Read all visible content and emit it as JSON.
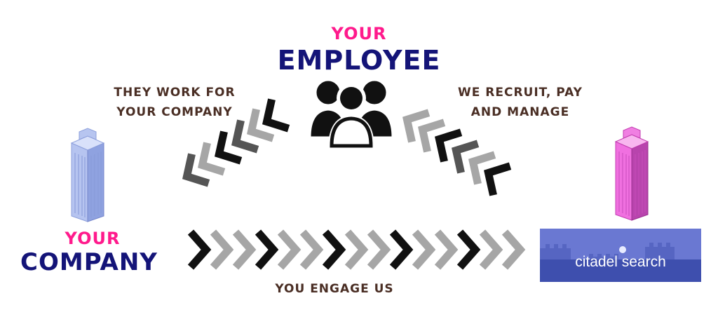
{
  "employee": {
    "your": "YOUR",
    "title": "EMPLOYEE"
  },
  "left_caption": {
    "line1": "THEY WORK FOR",
    "line2": "YOUR COMPANY"
  },
  "right_caption": {
    "line1": "WE RECRUIT, PAY",
    "line2": "AND MANAGE"
  },
  "company": {
    "your": "YOUR",
    "title": "COMPANY"
  },
  "bottom_caption": "YOU ENGAGE US",
  "brand": {
    "name": "citadel search"
  },
  "icons": [
    "building-icon",
    "people-group-icon",
    "chevron-arrow-icon",
    "castle-logo-icon"
  ],
  "colors": {
    "pink": "#ff1a8c",
    "navy": "#141478",
    "brown": "#4a2e24",
    "chevron_dark": "#111111",
    "chevron_gray": "#a6a6a6",
    "chevron_mid": "#555555",
    "building_blue": "#a9b9ec",
    "building_pink": "#ec5fd8",
    "brand_bg": "#6a78d2"
  }
}
